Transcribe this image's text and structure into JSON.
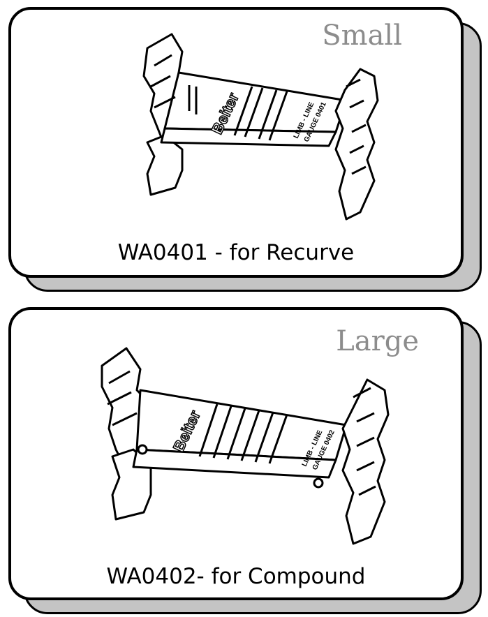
{
  "cards": [
    {
      "size_label": "Small",
      "caption": "WA0401 - for Recurve",
      "gauge_text": {
        "brand": "Beiter",
        "line1": "LIMB - LINE",
        "line2": "GAUGE 0401"
      }
    },
    {
      "size_label": "Large",
      "caption": "WA0402- for Compound",
      "gauge_text": {
        "brand": "Beiter",
        "line1": "LIMB - LINE",
        "line2": "GAUGE 0402"
      }
    }
  ]
}
